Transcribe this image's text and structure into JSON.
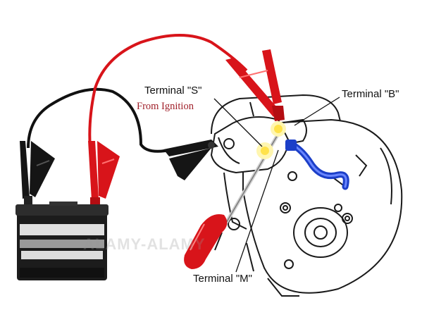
{
  "labels": {
    "terminal_s": "Terminal \"S\"",
    "from_ignition": "From Ignition",
    "terminal_b": "Terminal \"B\"",
    "terminal_m": "Terminal \"M\""
  },
  "watermark": "ALAMY-ALAMY",
  "colors": {
    "positive_cable": "#d8141a",
    "negative_cable": "#111111",
    "red_clamp": "#d8141a",
    "black_clamp": "#151515",
    "screwdriver_handle": "#d8141a",
    "blue_wire": "#1c3fc8",
    "spark": "#ffe24a",
    "annotation_red": "#a0202a"
  },
  "icons": [
    "battery-icon",
    "jumper-clamp-icon",
    "screwdriver-icon",
    "starter-motor-icon",
    "spark-icon"
  ]
}
